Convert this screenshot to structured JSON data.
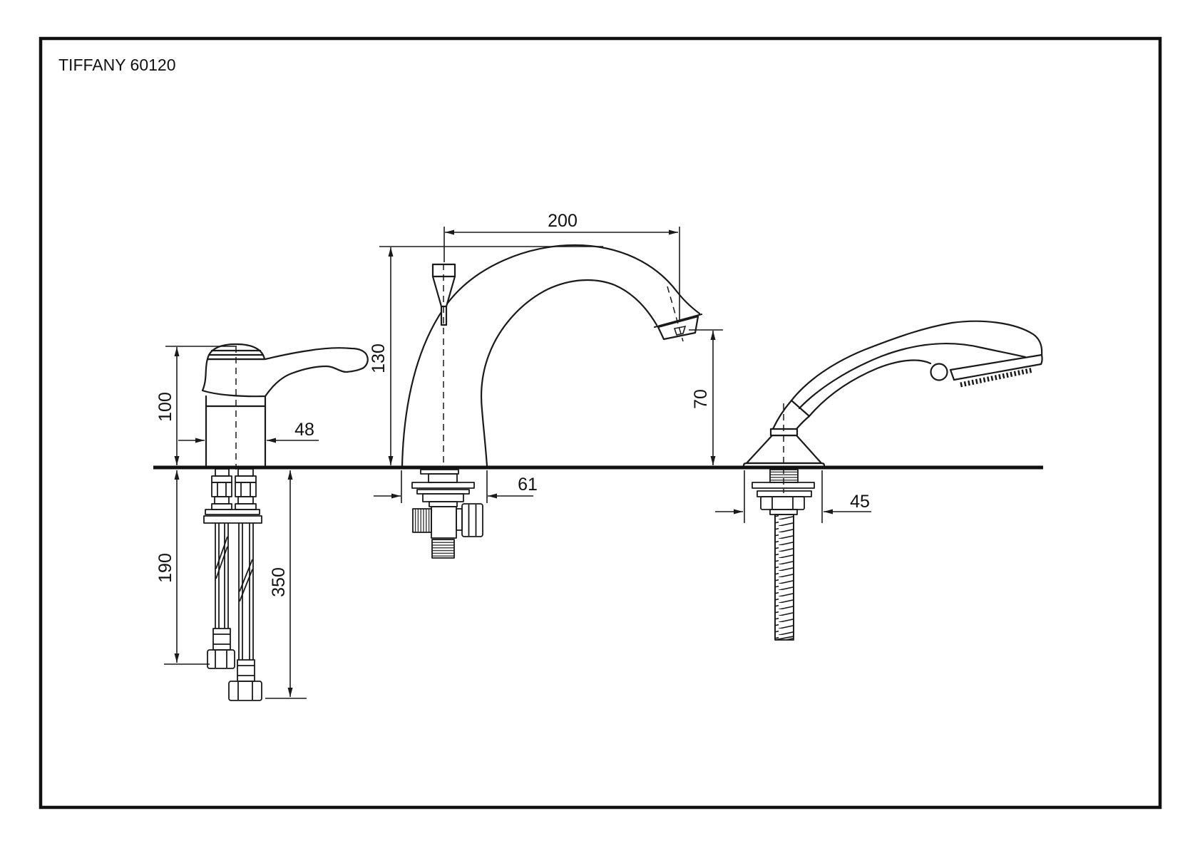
{
  "title": "TIFFANY 60120",
  "colors": {
    "line": "#1a1a1a",
    "background": "#ffffff"
  },
  "dimensions": {
    "valve_height": "100",
    "valve_width": "48",
    "valve_hose_short": "190",
    "valve_hose_long": "350",
    "spout_reach": "200",
    "spout_height": "130",
    "spout_base_width": "61",
    "spout_outlet_height": "70",
    "shower_holder_width": "45"
  }
}
